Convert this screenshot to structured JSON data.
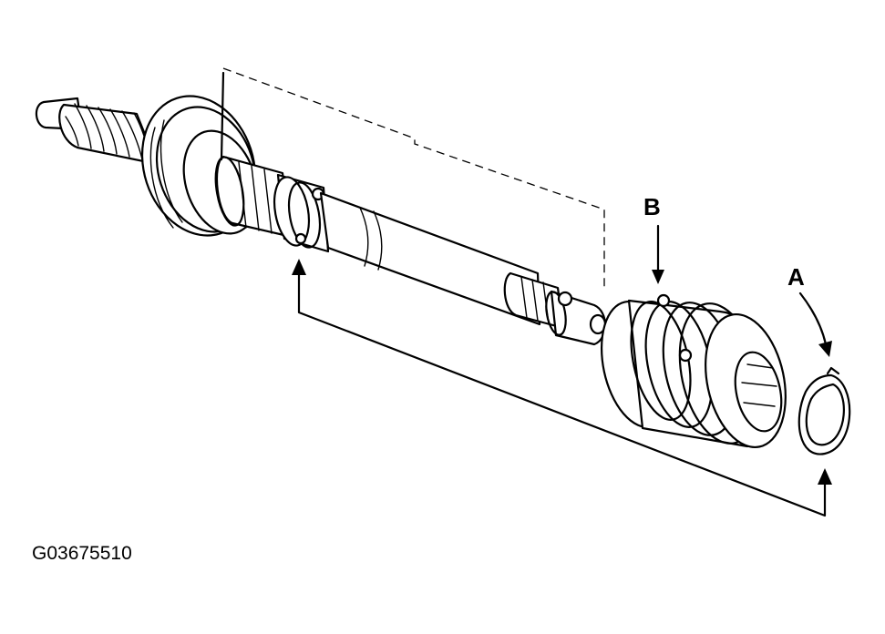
{
  "figure": {
    "id_text": "G03675510",
    "callouts": [
      {
        "label": "A",
        "target": "snap-ring"
      },
      {
        "label": "B",
        "target": "seal-sleeve"
      }
    ],
    "ink_color": "#000000",
    "background_color": "#ffffff"
  }
}
